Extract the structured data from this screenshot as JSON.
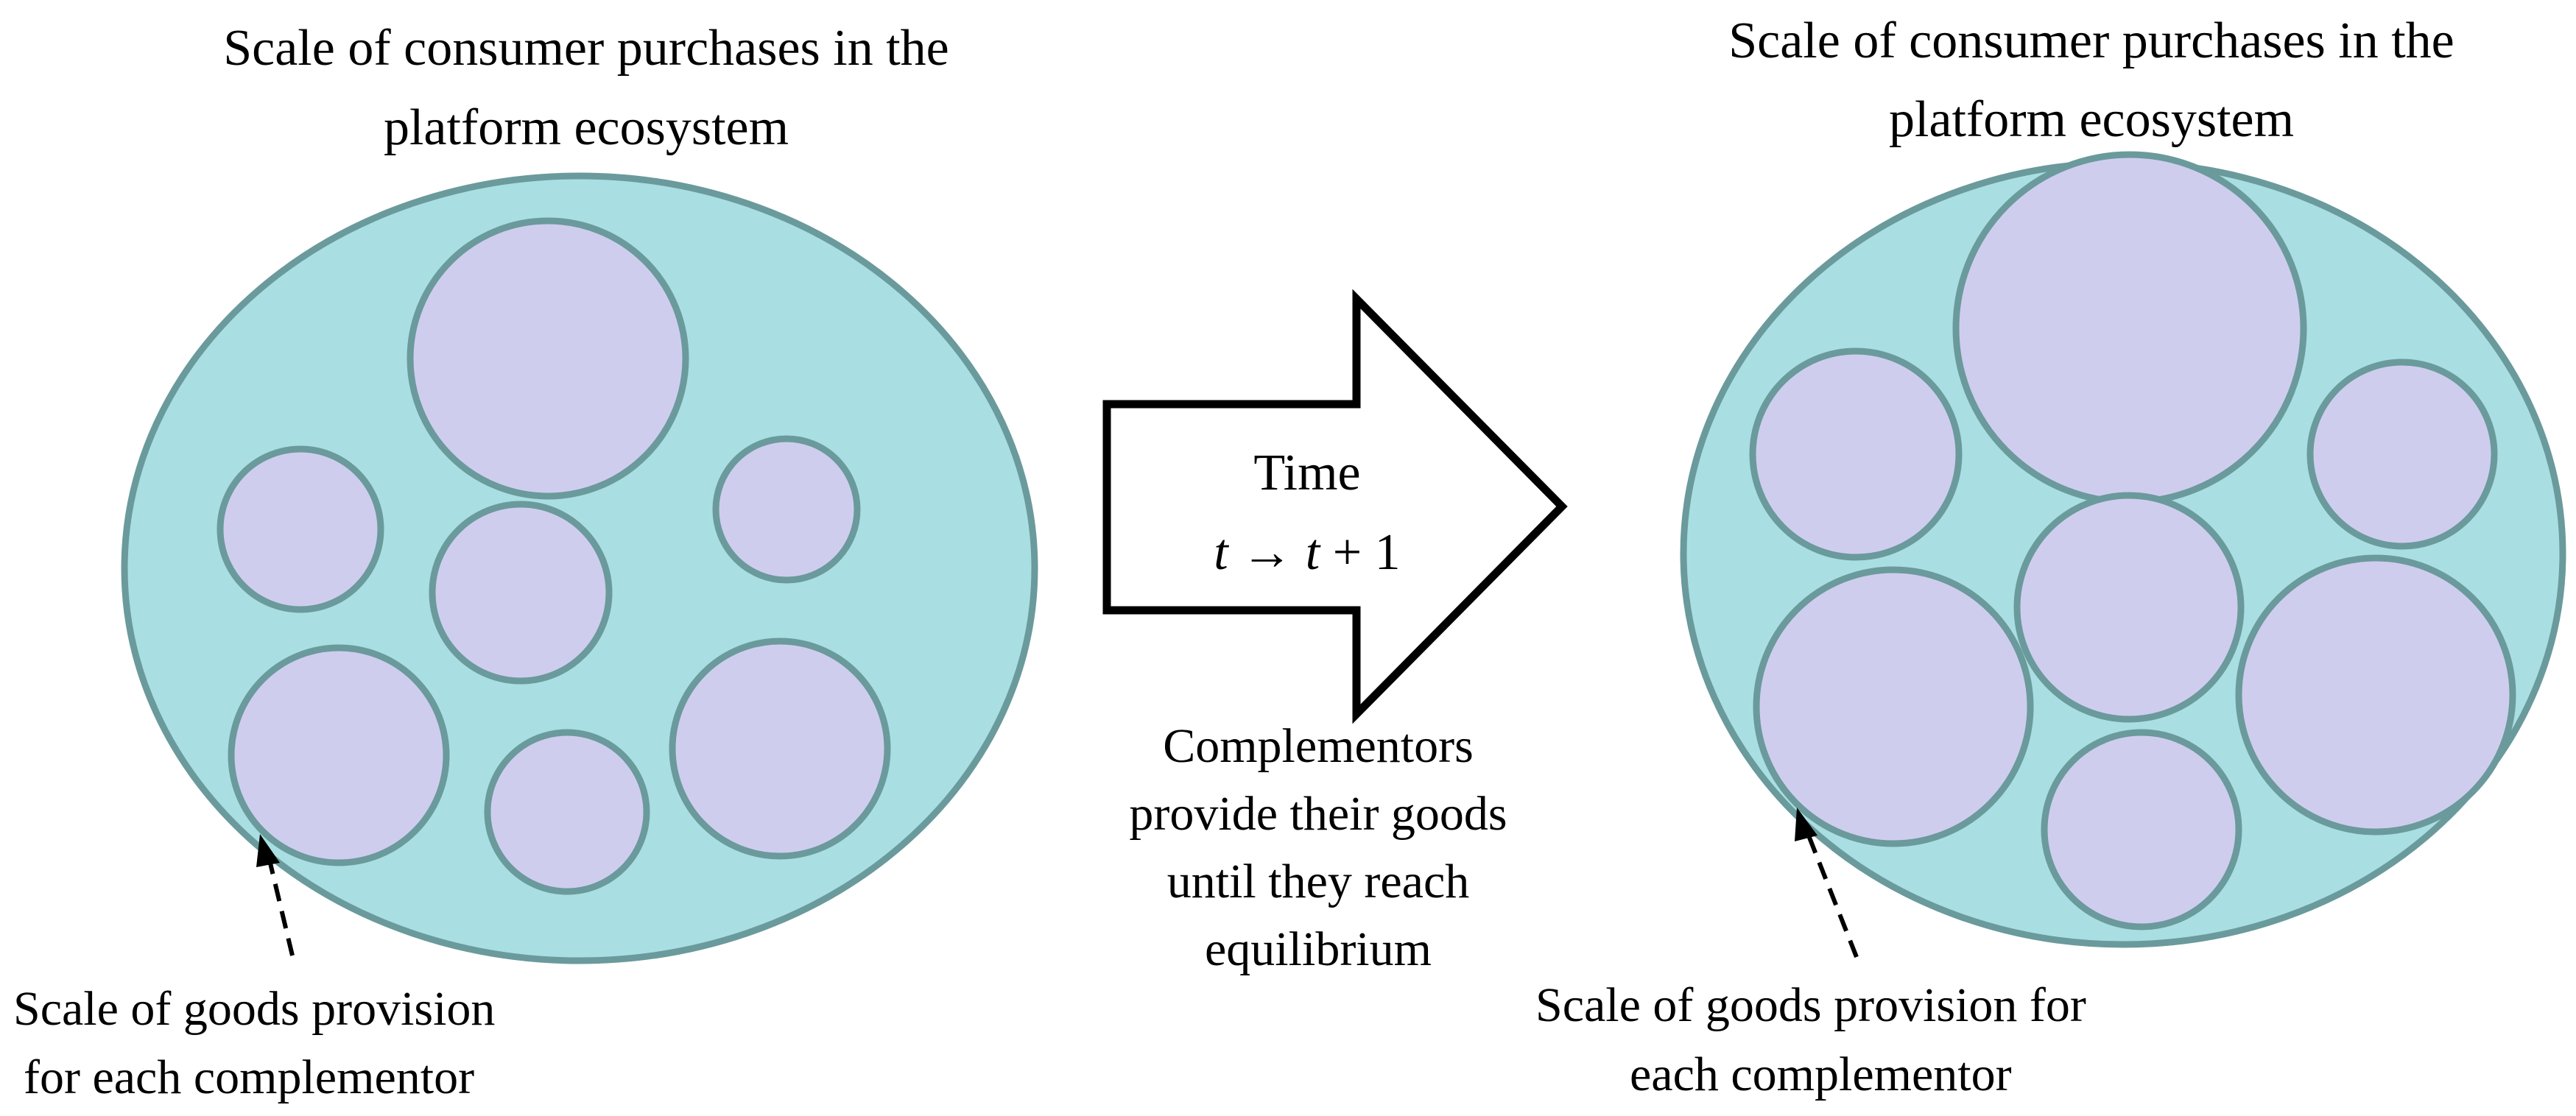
{
  "left_panel": {
    "title_lines": [
      "Scale of consumer purchases in the",
      "platform ecosystem"
    ],
    "caption_lines": [
      "Scale of goods provision",
      "for each complementor"
    ]
  },
  "arrow": {
    "label": "Time",
    "transition": {
      "t1": "t",
      "arrow_symbol": "→",
      "t2": "t",
      "plus_one": "+ 1"
    },
    "caption_lines": [
      "Complementors",
      "provide their goods",
      "until they reach",
      "equilibrium"
    ]
  },
  "right_panel": {
    "title_lines": [
      "Scale of consumer purchases in the",
      "platform ecosystem"
    ],
    "caption_lines": [
      "Scale of goods provision for",
      "each complementor"
    ]
  },
  "colors": {
    "ecosystem_fill": "#a9dfe2",
    "ecosystem_stroke": "#6a9a9c",
    "complementor_fill": "#cfcdee",
    "complementor_stroke": "#6a9a9c",
    "arrow_stroke": "#000000",
    "arrow_fill": "#ffffff"
  }
}
